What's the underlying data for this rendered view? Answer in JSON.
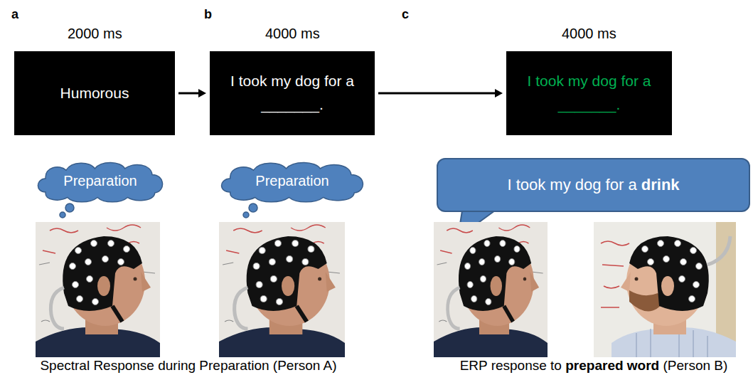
{
  "diagram": {
    "nodes": [
      {
        "text": [
          "Humorous"
        ]
      },
      {
        "text": [
          "I took my dog for a _______."
        ]
      },
      {
        "text": [
          "I took my dog for a _______."
        ]
      },
      {
        "text": [
          "Preparation"
        ]
      },
      {
        "text": [
          "Preparation"
        ]
      },
      {
        "text": [
          "I took my dog for a",
          "drink"
        ]
      }
    ],
    "edges": [
      {
        "from": 0,
        "to": 1,
        "arrow": "to"
      },
      {
        "from": 1,
        "to": 2,
        "arrow": "to"
      }
    ],
    "labels": [
      "a",
      "b",
      "c",
      "2000 ms",
      "4000 ms",
      "4000 ms",
      "Spectral Response during Preparation (Person A)",
      "ERP response to",
      "prepared word",
      "(Person B)"
    ]
  }
}
